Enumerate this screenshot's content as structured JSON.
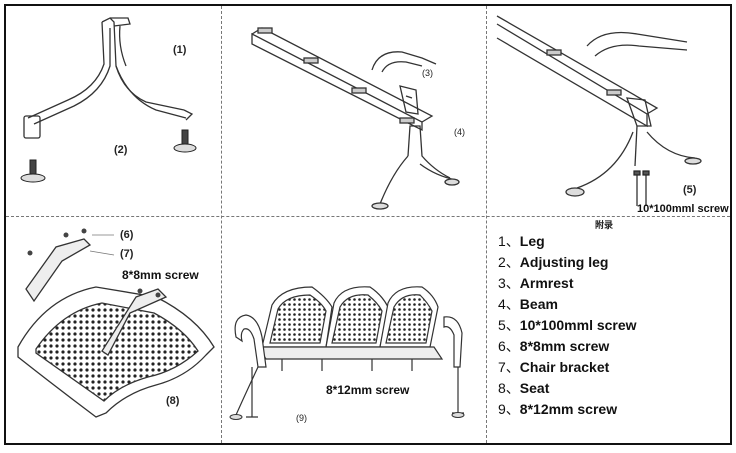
{
  "labels": {
    "p1": "(1)",
    "p2": "(2)",
    "p3": "(3)",
    "p4": "(4)",
    "p5": "(5)",
    "p6": "(6)",
    "p7": "(7)",
    "p8": "(8)",
    "p9": "(9)"
  },
  "notes": {
    "screw_10x100": "10*100mml screw",
    "fulu": "附录",
    "screw_8x8": "8*8mm screw",
    "screw_8x12": "8*12mm screw"
  },
  "legend": [
    {
      "num": "1、",
      "text": "Leg"
    },
    {
      "num": "2、",
      "text": "Adjusting leg"
    },
    {
      "num": "3、",
      "text": "Armrest"
    },
    {
      "num": "4、",
      "text": "Beam"
    },
    {
      "num": "5、",
      "text": "10*100mml screw"
    },
    {
      "num": "6、",
      "text": "8*8mm screw"
    },
    {
      "num": "7、",
      "text": "Chair bracket"
    },
    {
      "num": "8、",
      "text": "Seat"
    },
    {
      "num": "9、",
      "text": "8*12mm screw"
    }
  ]
}
